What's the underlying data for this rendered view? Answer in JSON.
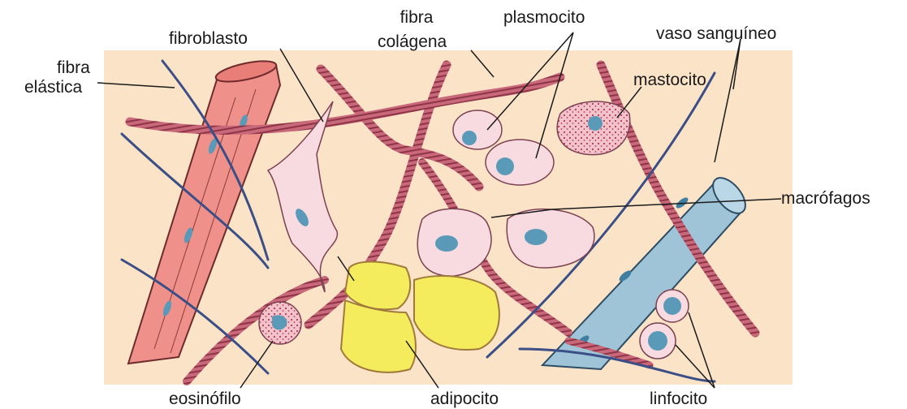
{
  "labels": {
    "fibra_elastica_1": "fibra",
    "fibra_elastica_2": "elástica",
    "fibroblasto": "fibroblasto",
    "fibra_colagena_1": "fibra",
    "fibra_colagena_2": "colágena",
    "plasmocito": "plasmocito",
    "vaso_sanguineo": "vaso sanguíneo",
    "mastocito": "mastocito",
    "macrofagos": "macrófagos",
    "eosinofilo": "eosinófilo",
    "adipocito": "adipocito",
    "linfocito": "linfocito"
  },
  "colors": {
    "background": "#fbe3c8",
    "collagen": "#c9687a",
    "elastic": "#3b4f86",
    "smooth_muscle_vessel": "#f0908a",
    "blood_vessel": "#9fc4d8",
    "adipocyte": "#f4ec5c",
    "cell_pink": "#f7dbe0",
    "nucleus": "#5a9ab8"
  }
}
